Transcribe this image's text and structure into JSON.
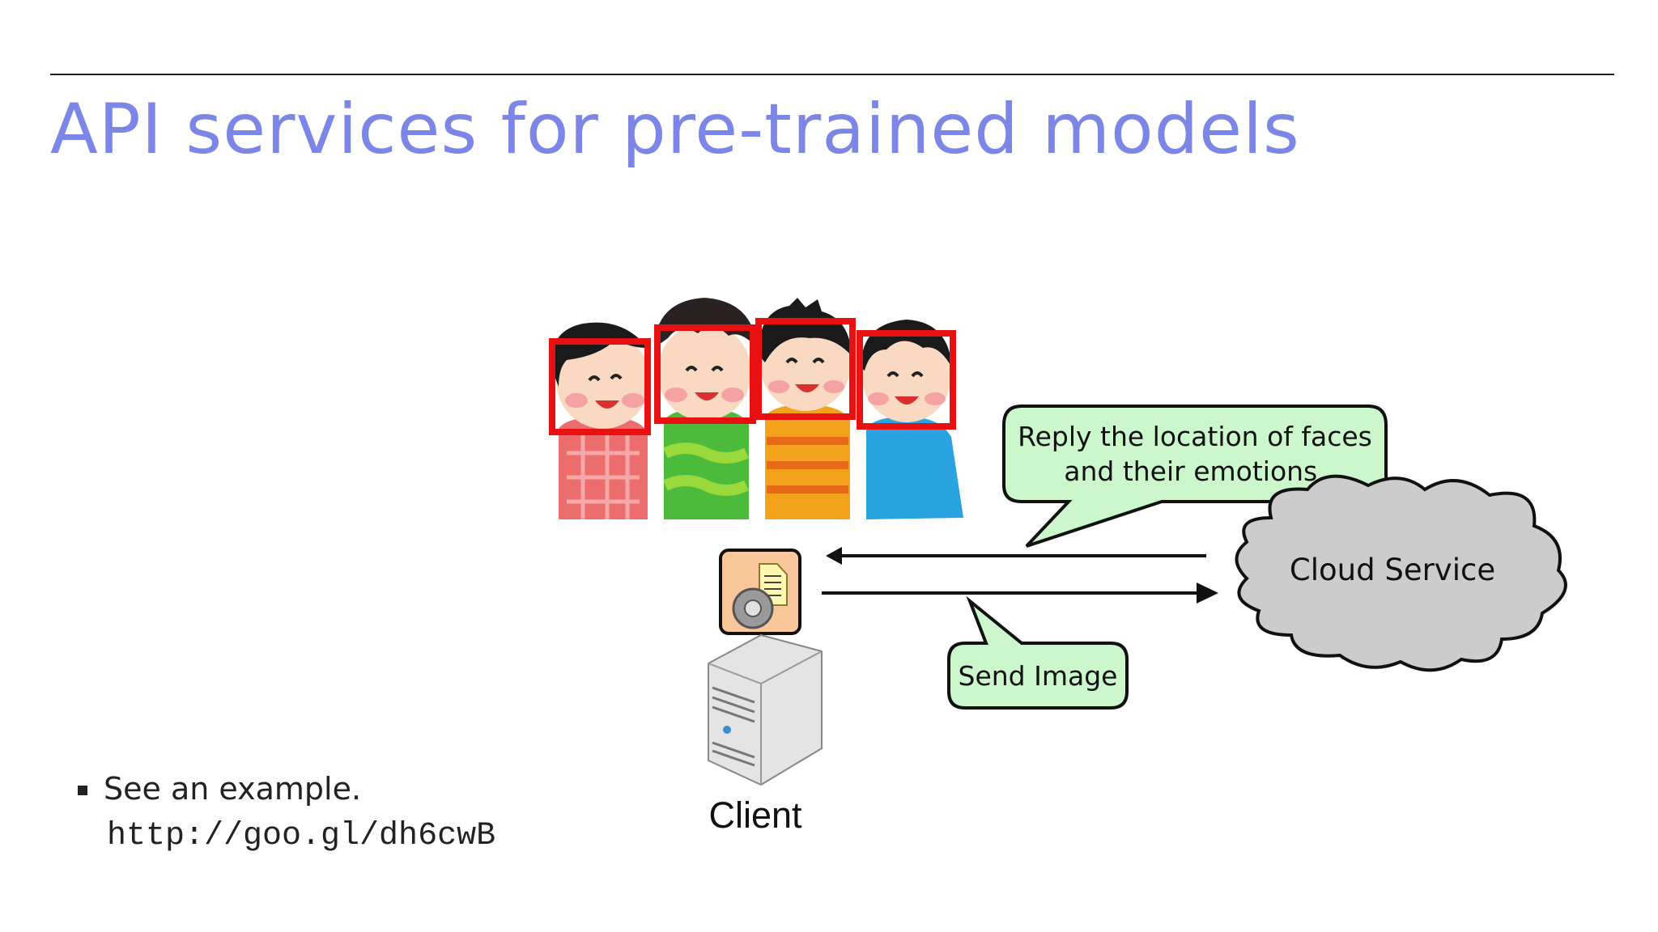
{
  "slide": {
    "title": "API services for pre-trained models"
  },
  "diagram": {
    "reply_bubble": {
      "line1": "Reply the location of faces",
      "line2": "and their emotions."
    },
    "send_bubble": "Send Image",
    "cloud_label": "Cloud Service",
    "client_label": "Client",
    "colors": {
      "bubble_fill": "#ccf7cc",
      "cloud_fill": "#cccccc",
      "face_box": "#e81010",
      "title": "#7b86e6"
    }
  },
  "bullets": {
    "text": "See an example.",
    "url": "http://goo.gl/dh6cwB"
  }
}
